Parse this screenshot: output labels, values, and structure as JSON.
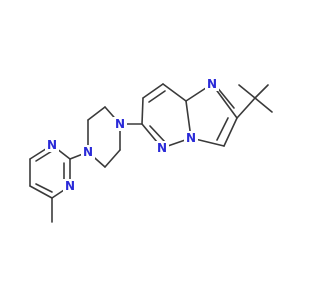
{
  "colors": {
    "bond": "#3a3a3a",
    "nitrogen": "#2a2ad8",
    "background": "#ffffff"
  },
  "atoms": {
    "n_imidazole": "N",
    "n_bridgehead": "N",
    "n_pyridazine": "N",
    "n_piperazine_right": "N",
    "n_piperazine_left": "N",
    "n_pyrimidine_top": "N",
    "n_pyrimidine_bottom": "N"
  }
}
